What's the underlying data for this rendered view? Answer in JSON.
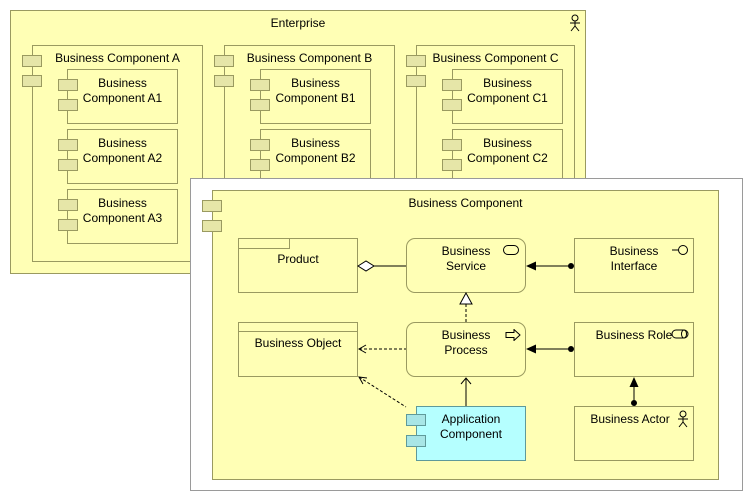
{
  "enterprise": {
    "title": "Enterprise"
  },
  "group_a": {
    "title": "Business Component A",
    "children": [
      [
        "Business",
        "Component A1"
      ],
      [
        "Business",
        "Component A2"
      ],
      [
        "Business",
        "Component A3"
      ]
    ]
  },
  "group_b": {
    "title": "Business Component B",
    "children": [
      [
        "Business",
        "Component B1"
      ],
      [
        "Business",
        "Component B2"
      ]
    ]
  },
  "group_c": {
    "title": "Business Component C",
    "children": [
      [
        "Business",
        "Component C1"
      ],
      [
        "Business",
        "Component C2"
      ]
    ]
  },
  "main": {
    "title": "Business Component",
    "product": "Product",
    "service": [
      "Business",
      "Service"
    ],
    "interface": [
      "Business",
      "Interface"
    ],
    "object": "Business Object",
    "process": [
      "Business",
      "Process"
    ],
    "role": "Business Role",
    "app": [
      "Application",
      "Component"
    ],
    "actor": "Business Actor"
  }
}
